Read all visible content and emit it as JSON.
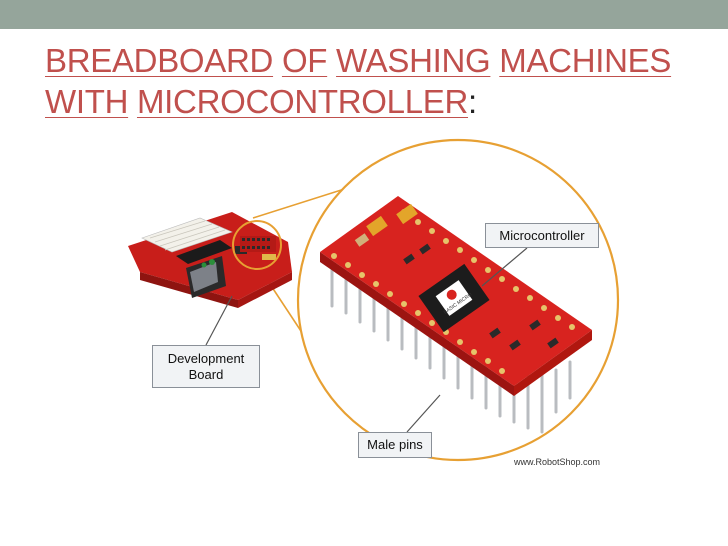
{
  "slide": {
    "title_words": [
      "BREADBOARD",
      "OF",
      "WASHING",
      "MACHINES",
      "WITH",
      "MICROCONTROLLER"
    ],
    "title_colon": ":"
  },
  "figure": {
    "callouts": {
      "microcontroller": "Microcontroller",
      "development_board_line1": "Development",
      "development_board_line2": "Board",
      "male_pins": "Male pins"
    },
    "chip_label": "BASIC MICRO",
    "watermark": "www.RobotShop.com"
  },
  "colors": {
    "band": "#95a59b",
    "title": "#c0504d",
    "board_red": "#d8231f",
    "circle": "#e7a033"
  }
}
